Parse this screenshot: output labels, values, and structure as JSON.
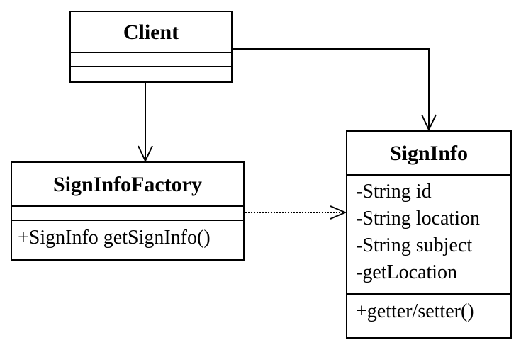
{
  "classes": {
    "client": {
      "name": "Client",
      "attributes": [],
      "operations": []
    },
    "factory": {
      "name": "SignInfoFactory",
      "attributes": [],
      "operations": [
        {
          "visibility": "+",
          "text": "SignInfo getSignInfo()"
        }
      ]
    },
    "signinfo": {
      "name": "SignInfo",
      "attributes": [
        {
          "visibility": "-",
          "text": "String id"
        },
        {
          "visibility": "-",
          "text": "String location"
        },
        {
          "visibility": "-",
          "text": "String subject"
        },
        {
          "visibility": "-",
          "text": "getLocation"
        }
      ],
      "operations": [
        {
          "visibility": "+",
          "text": "getter/setter()"
        }
      ]
    }
  },
  "relationships": [
    {
      "from": "Client",
      "to": "SignInfoFactory",
      "kind": "association"
    },
    {
      "from": "Client",
      "to": "SignInfo",
      "kind": "association"
    },
    {
      "from": "SignInfoFactory",
      "to": "SignInfo",
      "kind": "dependency"
    }
  ],
  "colors": {
    "line": "#000000",
    "background": "#ffffff"
  }
}
